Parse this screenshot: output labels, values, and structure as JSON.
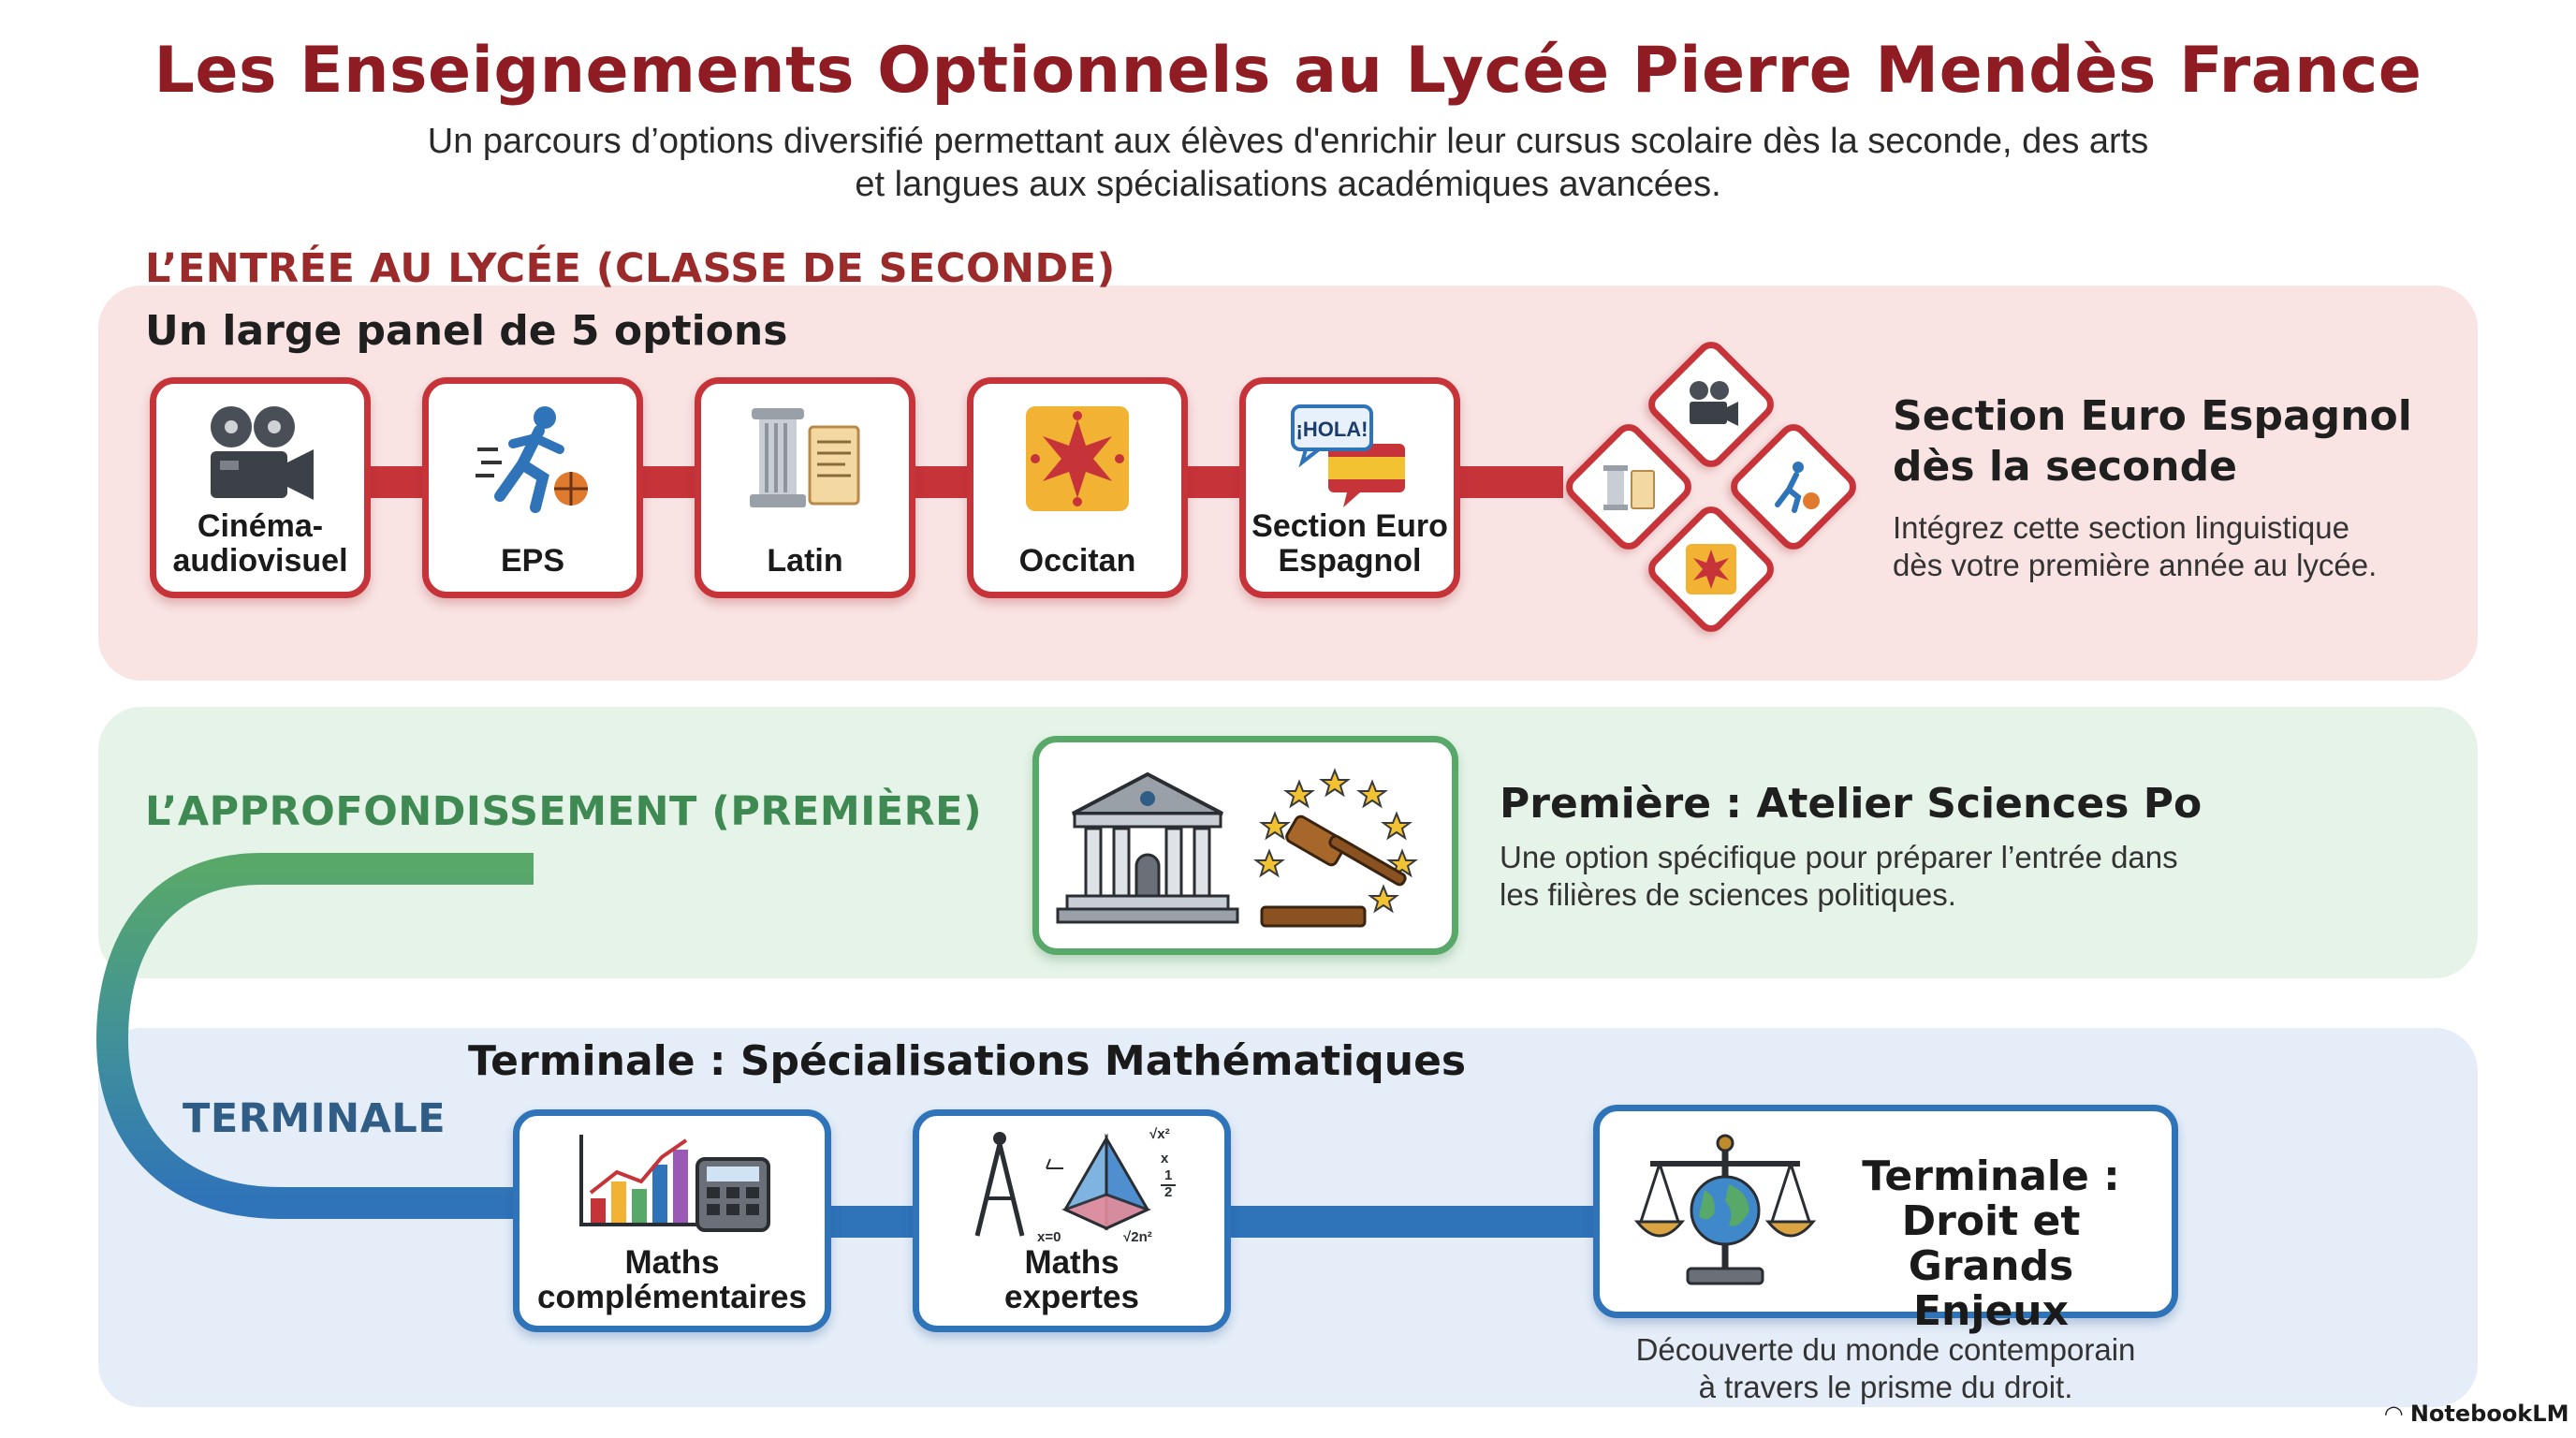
{
  "title": "Les Enseignements Optionnels au Lycée Pierre Mendès France",
  "subtitle": {
    "line1": "Un parcours d’options diversifié permettant aux élèves d'enrichir leur cursus scolaire dès la seconde, des arts",
    "line2": "et langues aux spécialisations académiques avancées."
  },
  "seconde": {
    "heading": "L’ENTRÉE AU LYCÉE (CLASSE DE SECONDE)",
    "panel_title": "Un large panel de 5 options",
    "options": [
      {
        "label_1": "Cinéma-",
        "label_2": "audiovisuel",
        "icon": "film-camera-icon"
      },
      {
        "label_1": "EPS",
        "icon": "runner-icon"
      },
      {
        "label_1": "Latin",
        "icon": "column-scroll-icon"
      },
      {
        "label_1": "Occitan",
        "icon": "occitan-cross-icon"
      },
      {
        "label_1": "Section Euro",
        "label_2": "Espagnol",
        "icon": "spanish-speech-icon",
        "bubble_text": "¡HOLA!"
      }
    ],
    "side_title_1": "Section Euro Espagnol",
    "side_title_2": "dès la seconde",
    "side_text_1": "Intégrez cette section linguistique",
    "side_text_2": "dès votre première année au lycée."
  },
  "premiere": {
    "heading": "L’APPROFONDISSEMENT (PREMIÈRE)",
    "card_icon": "courthouse-gavel-icon",
    "title": "Première : Atelier Sciences Po",
    "text_1": "Une option spécifique pour préparer l’entrée dans",
    "text_2": "les filières de sciences politiques."
  },
  "terminale": {
    "heading": "TERMINALE",
    "title": "Terminale : Spécialisations Mathématiques",
    "maths": [
      {
        "label_1": "Maths",
        "label_2": "complémentaires",
        "icon": "chart-calculator-icon"
      },
      {
        "label_1": "Maths",
        "label_2": "expertes",
        "icon": "compass-pyramid-icon"
      }
    ],
    "math_formulas": [
      "x=0",
      "√2n²",
      "x",
      "1",
      "2",
      "√x²"
    ],
    "droit_1": "Terminale :",
    "droit_2": "Droit et Grands",
    "droit_3": "Enjeux",
    "droit_text_1": "Découverte du monde contemporain",
    "droit_text_2": "à travers le prisme du droit."
  },
  "brand": "NotebookLM",
  "colors": {
    "red": "#c6343a",
    "green": "#58a86a",
    "blue": "#2f73b9",
    "title": "#8e1c22"
  }
}
